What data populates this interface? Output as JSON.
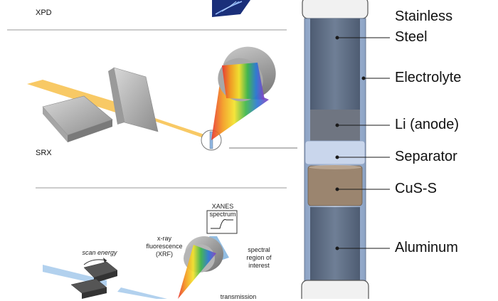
{
  "colors": {
    "background": "#ffffff",
    "separator_line": "#9a9a9a",
    "cell_body": "#5c6b80",
    "cell_rim": "#9aaecb",
    "anode": "#6f7581",
    "separator": "#c9d6ec",
    "cathode": "#9b856f",
    "cap": "#f1f1f1",
    "beam": "#f5b731",
    "xray_blue": "#7fb2dd"
  },
  "icons": [
    "xrd-ring-pattern-icon",
    "monochromator-crystals-icon",
    "rainbow-diffraction-cone-icon",
    "detector-icon",
    "xanes-spectrum-icon",
    "scan-stage-icon"
  ],
  "panels": {
    "xpd": {
      "label": "XPD"
    },
    "srx": {
      "label": "SRX"
    },
    "xanes": {
      "spectrum_label": "XANES spectrum",
      "xrf_label": "x-ray fluorescence (XRF)",
      "roi_label": "spectral region of interest",
      "scan_label": "scan energy",
      "transmission_label": "transmission"
    }
  },
  "cell": {
    "labels": {
      "stainless": "Stainless",
      "steel": "Steel",
      "electrolyte": "Electrolyte",
      "anode": "Li (anode)",
      "separator": "Separator",
      "cathode": "CuS-S",
      "aluminum": "Aluminum"
    }
  }
}
